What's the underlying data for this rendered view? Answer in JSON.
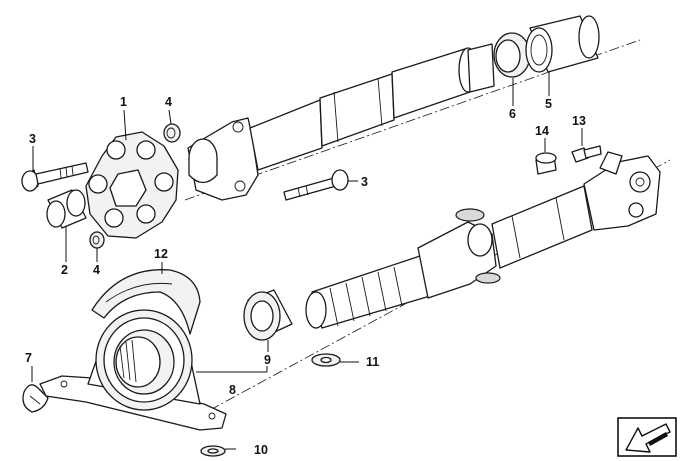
{
  "callouts": [
    {
      "id": "c1",
      "label": "1"
    },
    {
      "id": "c2",
      "label": "2"
    },
    {
      "id": "c3a",
      "label": "3"
    },
    {
      "id": "c3b",
      "label": "3"
    },
    {
      "id": "c4a",
      "label": "4"
    },
    {
      "id": "c4b",
      "label": "4"
    },
    {
      "id": "c5",
      "label": "5"
    },
    {
      "id": "c6",
      "label": "6"
    },
    {
      "id": "c7",
      "label": "7"
    },
    {
      "id": "c8",
      "label": "8"
    },
    {
      "id": "c9",
      "label": "9"
    },
    {
      "id": "c10",
      "label": "10"
    },
    {
      "id": "c11",
      "label": "11"
    },
    {
      "id": "c12",
      "label": "12"
    },
    {
      "id": "c13",
      "label": "13"
    },
    {
      "id": "c14",
      "label": "14"
    }
  ],
  "corner_icon": "diagonal-arrow-icon"
}
